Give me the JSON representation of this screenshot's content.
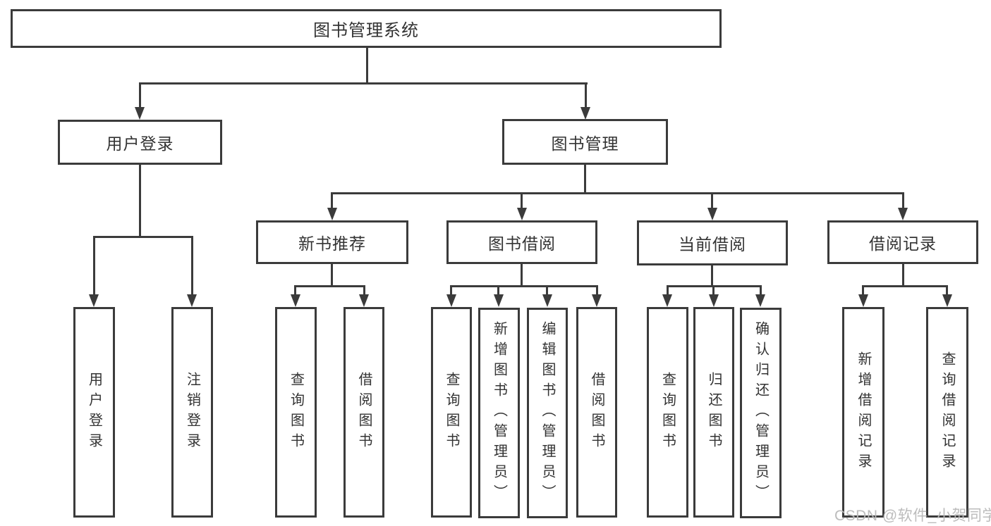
{
  "title": {
    "label": "图书管理系统"
  },
  "tree": {
    "login": {
      "label": "用户登录",
      "children": [
        {
          "label": "用户登录"
        },
        {
          "label": "注销登录"
        }
      ]
    },
    "management": {
      "label": "图书管理",
      "sections": [
        {
          "label": "新书推荐",
          "children": [
            {
              "label": "查询图书"
            },
            {
              "label": "借阅图书"
            }
          ]
        },
        {
          "label": "图书借阅",
          "children": [
            {
              "label": "查询图书"
            },
            {
              "label": "新增图书（管理员）"
            },
            {
              "label": "编辑图书（管理员）"
            },
            {
              "label": "借阅图书"
            }
          ]
        },
        {
          "label": "当前借阅",
          "children": [
            {
              "label": "查询图书"
            },
            {
              "label": "归还图书"
            },
            {
              "label": "确认归还（管理员）"
            }
          ]
        },
        {
          "label": "借阅记录",
          "children": [
            {
              "label": "新增借阅记录"
            },
            {
              "label": "查询借阅记录"
            }
          ]
        }
      ]
    }
  },
  "watermark": {
    "text": "CSDN @软件_小贺同学",
    "color": "#b9b9b9"
  },
  "colors": {
    "line": "#3b3b3b",
    "text": "#333333",
    "background": "#ffffff"
  }
}
